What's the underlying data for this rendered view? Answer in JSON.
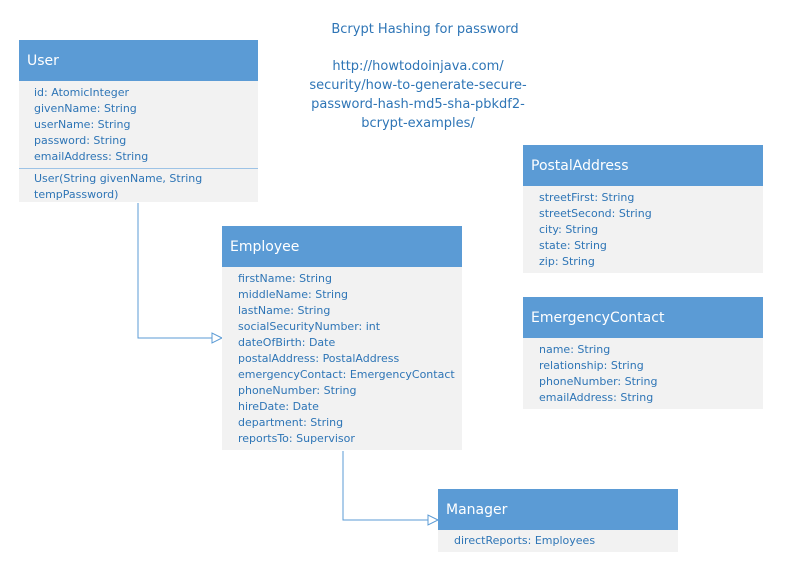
{
  "notes": {
    "title": "Bcrypt Hashing for password",
    "url_lines": [
      "http://howtodoinjava.com/",
      "security/how-to-generate-secure-",
      "password-hash-md5-sha-pbkdf2-",
      "bcrypt-examples/"
    ]
  },
  "classes": {
    "user": {
      "name": "User",
      "attributes": [
        "id: AtomicInteger",
        "givenName: String",
        "userName: String",
        "password: String",
        "emailAddress: String"
      ],
      "operations": [
        "User(String givenName, String",
        "tempPassword)"
      ]
    },
    "employee": {
      "name": "Employee",
      "attributes": [
        "firstName: String",
        "middleName: String",
        "lastName: String",
        "socialSecurityNumber: int",
        "dateOfBirth: Date",
        "postalAddress: PostalAddress",
        "emergencyContact: EmergencyContact",
        "phoneNumber: String",
        "hireDate: Date",
        "department: String",
        "reportsTo: Supervisor"
      ]
    },
    "postal_address": {
      "name": "PostalAddress",
      "attributes": [
        "streetFirst: String",
        "streetSecond: String",
        "city: String",
        "state: String",
        "zip: String"
      ]
    },
    "emergency_contact": {
      "name": "EmergencyContact",
      "attributes": [
        "name: String",
        "relationship: String",
        "phoneNumber: String",
        "emailAddress: String"
      ]
    },
    "manager": {
      "name": "Manager",
      "attributes": [
        "directReports: Employees"
      ]
    }
  },
  "colors": {
    "header": "#5b9bd5",
    "body": "#f2f2f2",
    "text": "#2e75b6",
    "connector": "#5b9bd5"
  }
}
